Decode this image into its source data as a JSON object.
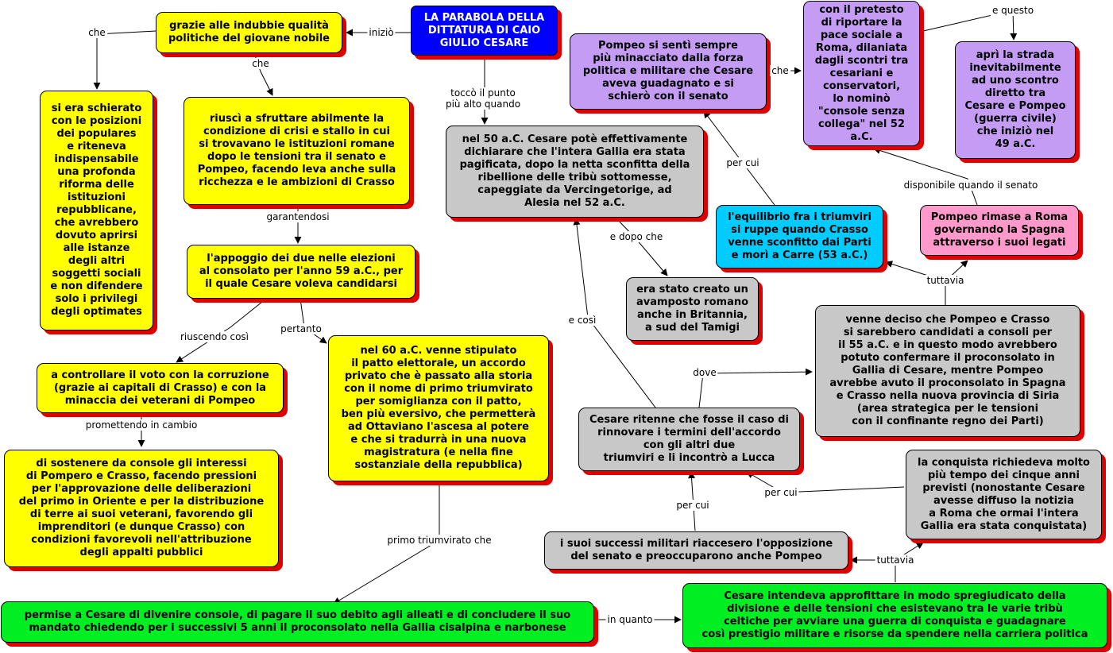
{
  "map": {
    "title": "LA PARABOLA DELLA\nDITTATURA DI CAIO\nGIULIO CESARE",
    "nodes": {
      "qualita": "grazie alle indubbie qualità\npolitiche del giovane nobile",
      "schierato": "si era schierato\ncon le posizioni\ndei populares\ne riteneva\nindispensabile\nuna profonda\nriforma delle\nistituzioni\nrepubblicane,\nche avrebbero\ndovuto aprirsi\nalle istanze\ndegli altri\nsoggetti sociali\ne non difendere\nsolo i privilegi\ndegli optimates",
      "sfruttare": "riuscì a sfruttare abilmente la\ncondizione di crisi e stallo in cui\nsi trovavano le istituzioni romane\ndopo le tensioni tra il senato e\nPompeo, facendo leva anche sulla\nricchezza e le ambizioni di Crasso",
      "appoggio": "l'appoggio dei due nelle elezioni\nal consolato per l'anno 59 a.C., per\nil quale Cesare voleva candidarsi",
      "controllare": "a controllare il voto con la corruzione\n(grazie ai capitali di Crasso) e con la\nminaccia dei veterani di Pompeo",
      "sostenere": "di sostenere da console gli interessi\ndi Pompero e Crasso, facendo pressioni\nper l'approvazione delle deliberazioni\ndel primo in Oriente e per la distribuzione\ndi terre ai suoi veterani, favorendo gli\nimprenditori (e dunque Crasso) con\ncondizioni favorevoli nell'attribuzione\ndegli appalti pubblici",
      "patto": "nel 60 a.C. venne stipulato\nil patto elettorale, un accordo\nprivato che è passato alla storia\ncon il nome di primo triumvirato\nper somiglianza con il patto,\nben più eversivo, che permetterà\nad Ottaviano l'ascesa al potere\ne che si tradurrà in una nuova\nmagistratura (e nella fine\nsostanziale della repubblica)",
      "permise": "permise a Cesare di divenire console, di pagare il suo debito agli alleati e di concludere il suo\nmandato chiedendo per i successivi 5 anni  il proconsolato nella Gallia cisalpina e narbonese",
      "gallia50": "nel 50 a.C. Cesare potè effettivamente\ndichiarare che l'intera Gallia era stata\npagificata, dopo la netta sconfitta della\nribellione delle tribù sottomesse,\ncapeggiate da Vercingetorige, ad\nAlesia nel 52 a.C.",
      "avamposto": "era stato creato un\navamposto romano\nanche in Britannia,\na sud del Tamigi",
      "pompeoMinacciato": "Pompeo si sentì sempre\npiù minacciato dalla forza\npolitica e militare che Cesare\naveva guadagnato e si\nschierò con il senato",
      "pretesto": "con il pretesto\ndi riportare la\npace sociale a\nRoma, dilaniata\ndagli scontri tra\ncesariani e\nconservatori,\nlo nominò\n\"console senza\ncollega\" nel 52 a.C.",
      "strada": "aprì la strada\ninevitabilmente\nad uno scontro\ndiretto tra\nCesare e Pompeo\n(guerra civile)\nche iniziò nel\n49 a.C.",
      "equilibrio": "l'equilibrio fra i triumviri\nsi ruppe quando Crasso\nvenne sconfitto dai Parti\ne morì a Carre (53 a.C.)",
      "pompeoRoma": "Pompeo rimase a Roma\ngovernando la Spagna\nattraverso i suoi legati",
      "deciso": "venne deciso che Pompeo e Crasso\nsi sarebbero candidati a consoli per\nil 55 a.C. e in questo modo avrebbero\npotuto confermare il proconsolato in\nGallia di Cesare, mentre Pompeo\navrebbe avuto il proconsolato in Spagna\ne Crasso nella nuova provincia di Siria\n(area strategica per le tensioni\ncon il confinante regno dei Parti)",
      "lucca": "Cesare ritenne che fosse il caso di\nrinnovare i termini dell'accordo\ncon gli altri due\ntriumviri e li incontrò a Lucca",
      "conquista": "la conquista richiedeva molto\npiù tempo dei cinque anni\nprevisti (nonostante Cesare\navesse diffuso la notizia\na Roma che ormai l'intera\nGallia era stata conquistata)",
      "successi": "i suoi successi militari riaccesero l'opposizione\ndel senato e preoccuparono anche Pompeo",
      "intendeva": "Cesare intendeva approfittare in modo spregiudicato della\ndivisione e delle tensioni che esistevano tra le varie tribù\nceltiche per avviare una guerra di conquista e guadagnare\ncosì prestigio militare e risorse da spendere nella carriera politica"
    },
    "labels": {
      "inizio": "iniziò",
      "che1": "che",
      "che2": "che",
      "garantendosi": "garantendosi",
      "riuscendo": "riuscendo così",
      "pertanto": "pertanto",
      "promettendo": "promettendo in cambio",
      "primoTriumvirato": "primo triumvirato che",
      "inQuanto": "in quanto",
      "tocco": "toccò il punto\npiù alto quando",
      "eDopoChe": "e dopo che",
      "eCosi": "e così",
      "perCui1": "per cui",
      "che3": "che",
      "eQuesto": "e questo",
      "disponibile": "disponibile quando il senato",
      "tuttavia1": "tuttavia",
      "dove": "dove",
      "perCui2": "per cui",
      "perCui3": "per cui",
      "tuttavia2": "tuttavia"
    }
  }
}
